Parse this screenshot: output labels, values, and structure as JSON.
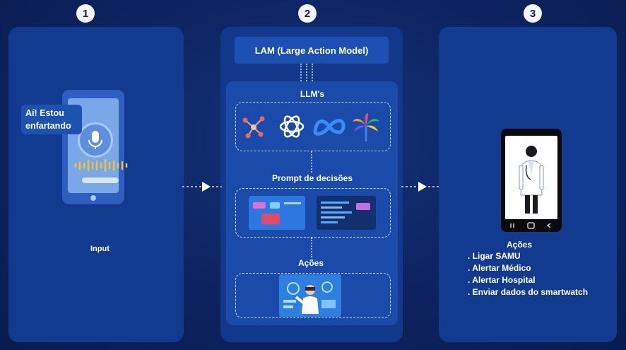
{
  "steps": [
    "1",
    "2",
    "3"
  ],
  "panel1": {
    "speech": [
      "Aí! Estou",
      "enfartando"
    ],
    "label": "Input"
  },
  "panel2": {
    "lam_title": "LAM (Large Action Model)",
    "llm_title": "LLM's",
    "prompt_title": "Prompt de decisões",
    "actions_title": "Ações",
    "llm_icons": [
      "mistral-icon",
      "openai-icon",
      "meta-icon",
      "palm-icon"
    ]
  },
  "panel3": {
    "actions_title": "Ações",
    "actions": [
      ". Ligar SAMU",
      ". Alertar Médico",
      ". Alertar Hospital",
      ". Enviar dados do smartwatch"
    ]
  },
  "colors": {
    "background": "#0d2360",
    "panel": "#123a8f",
    "inner": "#1a4bab",
    "accent_yellow": "#f2c230"
  }
}
